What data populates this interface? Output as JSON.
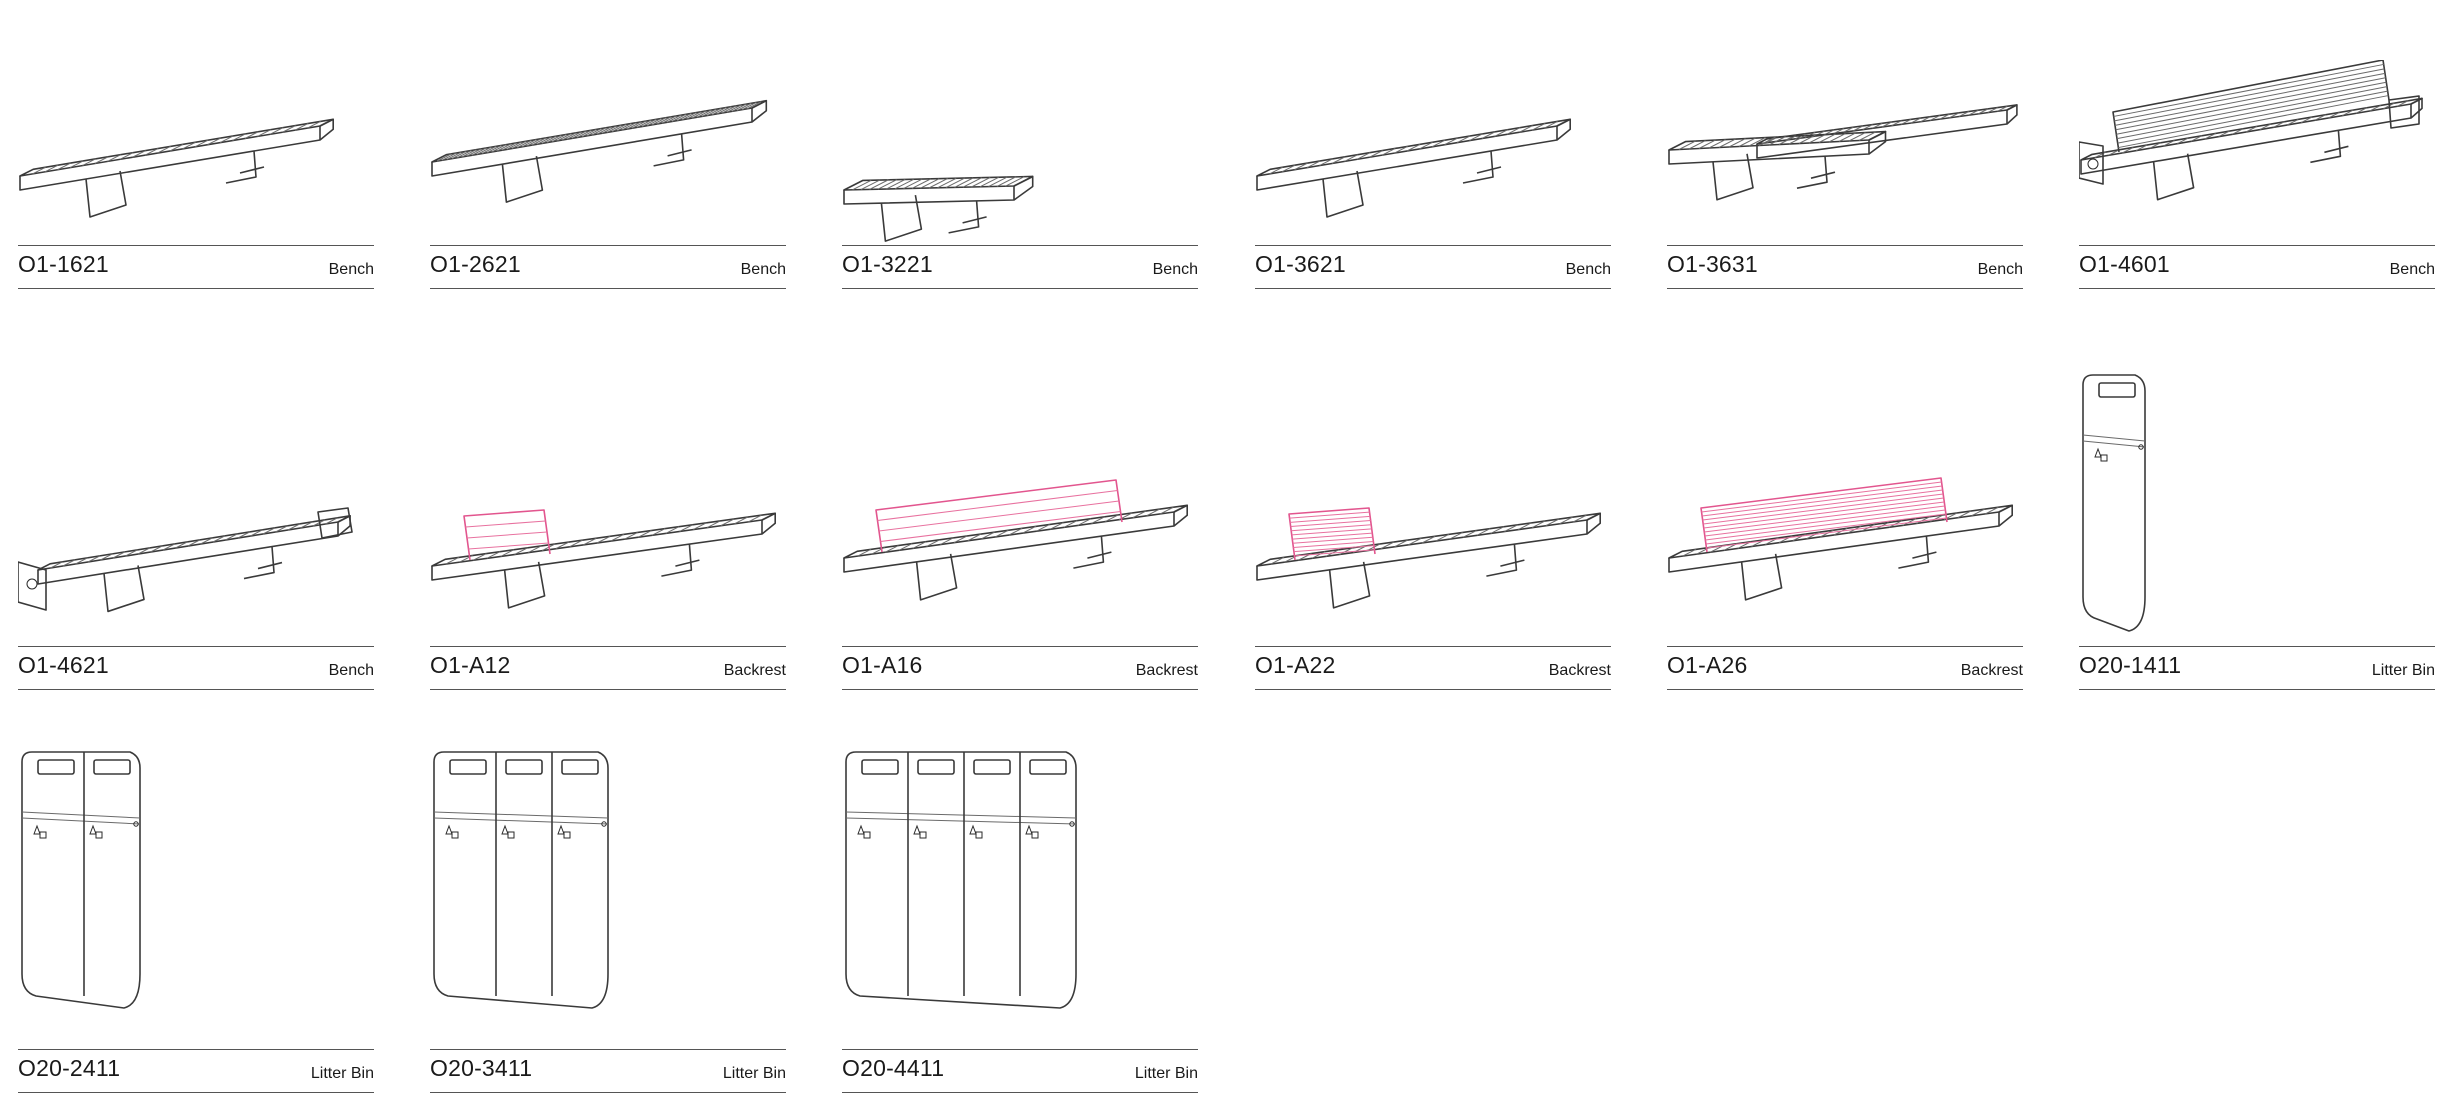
{
  "products": [
    {
      "code": "O1-1621",
      "category": "Bench",
      "illustration": "bench-straight-icon"
    },
    {
      "code": "O1-2621",
      "category": "Bench",
      "illustration": "bench-long-icon"
    },
    {
      "code": "O1-3221",
      "category": "Bench",
      "illustration": "bench-short-icon"
    },
    {
      "code": "O1-3621",
      "category": "Bench",
      "illustration": "bench-straight-icon"
    },
    {
      "code": "O1-3631",
      "category": "Bench",
      "illustration": "bench-corner-icon"
    },
    {
      "code": "O1-4601",
      "category": "Bench",
      "illustration": "bench-backrest-armrest-icon"
    },
    {
      "code": "O1-4621",
      "category": "Bench",
      "illustration": "bench-armrest-icon"
    },
    {
      "code": "O1-A12",
      "category": "Backrest",
      "illustration": "backrest-small-icon"
    },
    {
      "code": "O1-A16",
      "category": "Backrest",
      "illustration": "backrest-wide-icon"
    },
    {
      "code": "O1-A22",
      "category": "Backrest",
      "illustration": "backrest-slatted-icon"
    },
    {
      "code": "O1-A26",
      "category": "Backrest",
      "illustration": "backrest-slatted-wide-icon"
    },
    {
      "code": "O20-1411",
      "category": "Litter Bin",
      "illustration": "litter-bin-single-icon"
    },
    {
      "code": "O20-2411",
      "category": "Litter Bin",
      "illustration": "litter-bin-double-icon"
    },
    {
      "code": "O20-3411",
      "category": "Litter Bin",
      "illustration": "litter-bin-triple-icon"
    },
    {
      "code": "O20-4411",
      "category": "Litter Bin",
      "illustration": "litter-bin-quad-icon"
    }
  ],
  "colors": {
    "line": "#3a3a3a",
    "accent": "#e2558e",
    "rule": "#555555"
  }
}
